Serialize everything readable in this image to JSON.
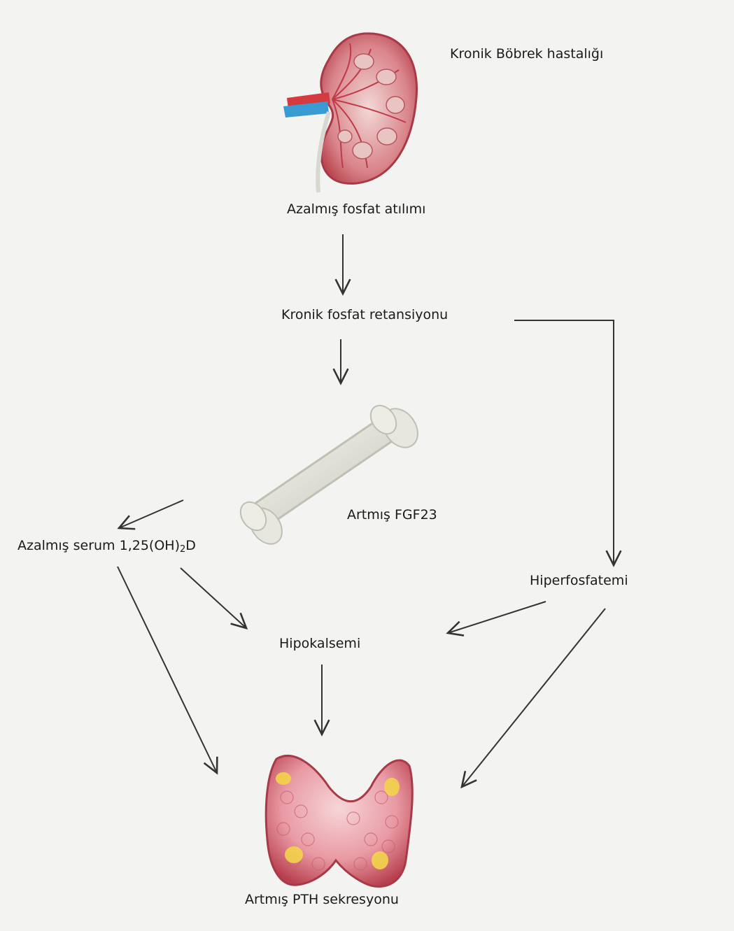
{
  "diagram": {
    "title": "Kronik Böbrek hastalığı",
    "nodes": {
      "decreased_excretion": "Azalmış fosfat atılımı",
      "chronic_retention": "Kronik fosfat retansiyonu",
      "increased_fgf23": "Artmış FGF23",
      "serum_vitd_prefix": "Azalmış serum 1,25(OH)",
      "serum_vitd_sub": "2",
      "serum_vitd_suffix": "D",
      "hyperphosphatemia": "Hiperfosfatemi",
      "hypocalcemia": "Hipokalsemi",
      "increased_pth": "Artmış PTH sekresyonu"
    },
    "illustrations": [
      "kidney",
      "bone",
      "parathyroid-glands"
    ],
    "colors": {
      "kidney": "#c85560",
      "vein": "#3a9bd4",
      "artery": "#d43a40",
      "bone": "#e4e4da",
      "gland": "#d96a78",
      "gland_spot": "#f2d44a",
      "arrow": "#333333"
    }
  }
}
